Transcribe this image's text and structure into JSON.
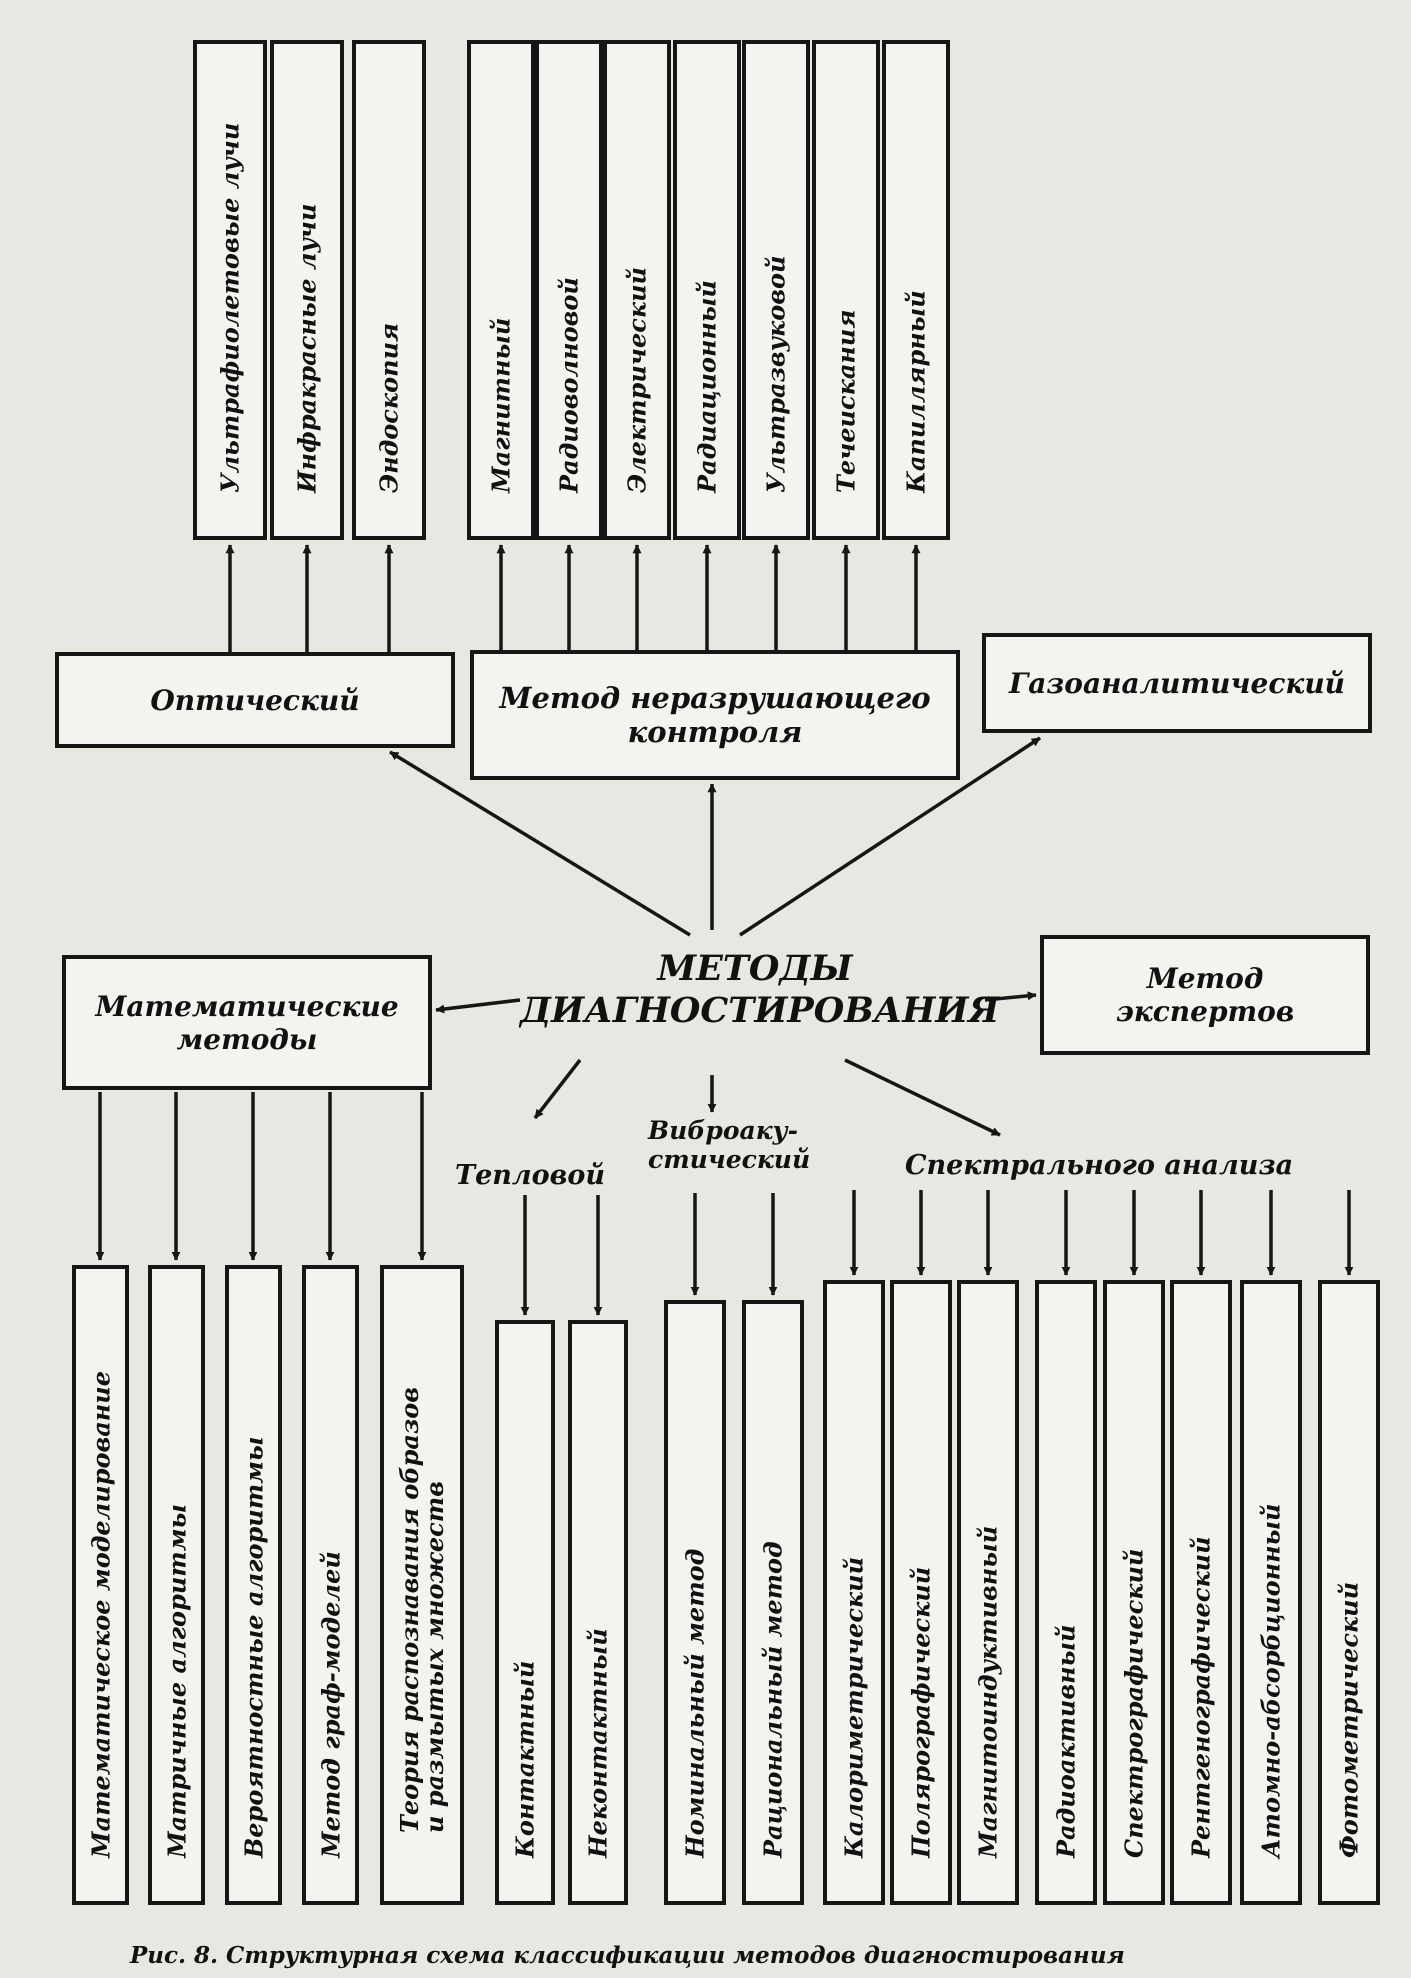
{
  "center": {
    "line1": "МЕТОДЫ",
    "line2": "ДИАГНОСТИРОВАНИЯ"
  },
  "categories": {
    "optical": "Оптический",
    "ndt": {
      "line1": "Метод неразрушающего",
      "line2": "контроля"
    },
    "gas": "Газоаналитический",
    "math": {
      "line1": "Математические",
      "line2": "методы"
    },
    "experts": {
      "line1": "Метод",
      "line2": "экспертов"
    },
    "thermal": "Тепловой",
    "vibro": {
      "line1": "Виброаку-",
      "line2": "стический"
    },
    "spectral": "Спектрального анализа"
  },
  "optical_methods": [
    "Ультрафиолетовые лучи",
    "Инфракрасные лучи",
    "Эндоскопия"
  ],
  "ndt_methods": [
    "Магнитный",
    "Радиоволновой",
    "Электрический",
    "Радиационный",
    "Ультразвуковой",
    "Течеискания",
    "Капиллярный"
  ],
  "math_methods": [
    {
      "line1": "Математическое моделирование",
      "line2": ""
    },
    {
      "line1": "Матричные алгоритмы",
      "line2": ""
    },
    {
      "line1": "Вероятностные алгоритмы",
      "line2": ""
    },
    {
      "line1": "Метод граф-моделей",
      "line2": ""
    },
    {
      "line1": "Теория распознавания образов",
      "line2": "и размытых множеств"
    }
  ],
  "thermal_methods": [
    "Контактный",
    "Неконтактный"
  ],
  "vibro_methods": [
    "Номинальный метод",
    "Рациональный метод"
  ],
  "spectral_methods": [
    "Калориметрический",
    "Полярографический",
    "Магнитоиндуктивный",
    "Радиоактивный",
    "Спектрографический",
    "Рентгенографический",
    "Атомно-абсорбционный",
    "Фотометрический"
  ],
  "caption": "Рис. 8. Структурная схема классификации методов диагностирования"
}
